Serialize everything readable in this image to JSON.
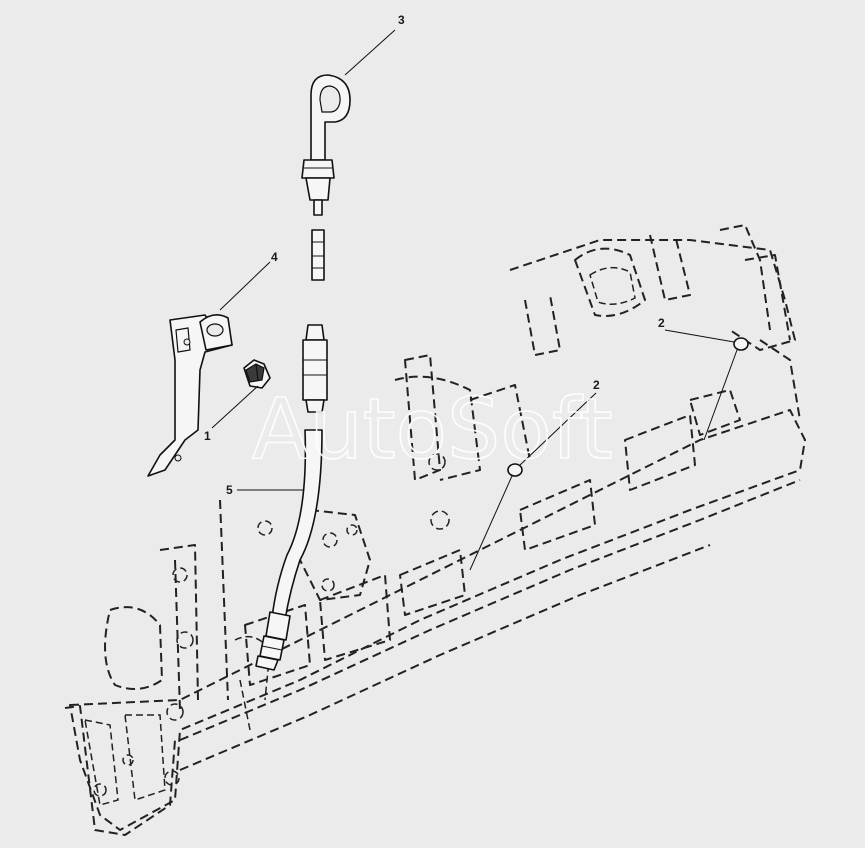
{
  "callouts": {
    "c1": "1",
    "c2a": "2",
    "c2b": "2",
    "c3": "3",
    "c4": "4",
    "c5": "5"
  },
  "watermark": "AutoSoft",
  "colors": {
    "background": "#ebebeb",
    "line": "#111111",
    "watermark": "#ffffff"
  }
}
